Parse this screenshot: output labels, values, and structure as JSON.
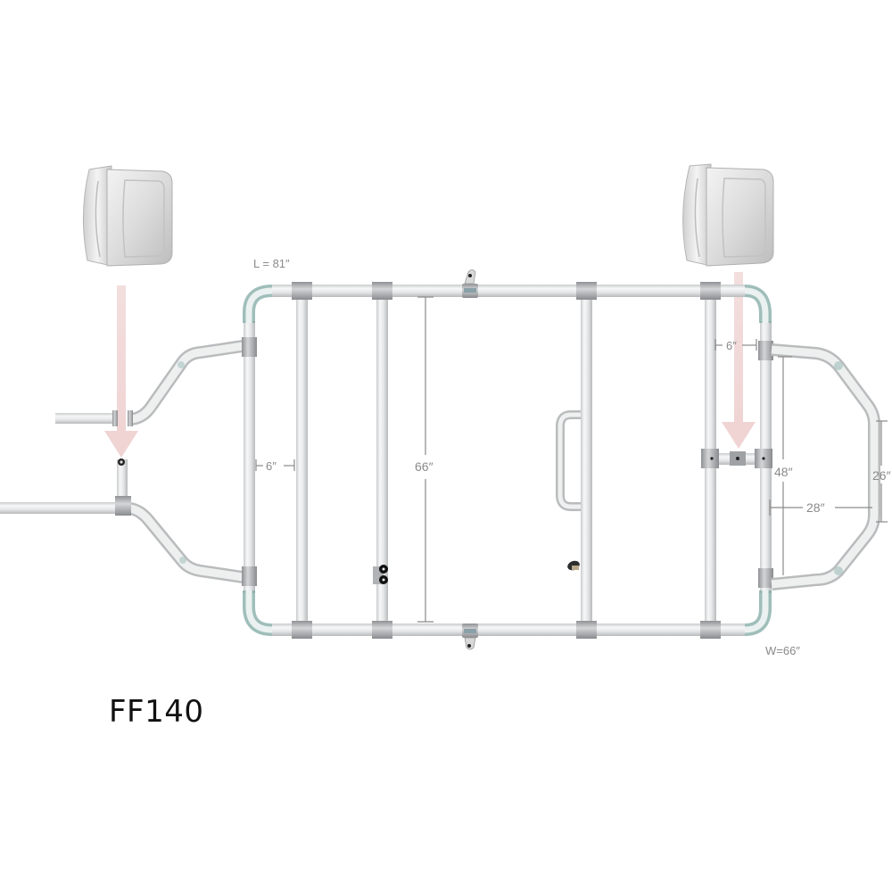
{
  "diagram": {
    "model": "FF140",
    "dimensions": {
      "length": "L = 81″",
      "width": "W=66″",
      "inner_span": "66″",
      "left_gap": "6″",
      "right_gap": "6″",
      "bow_height": "48″",
      "bow_depth": "28″",
      "bow_tip": "26″"
    },
    "components": {
      "seats": [
        "left-seat",
        "right-seat"
      ],
      "arrows": [
        "left-seat-arrow",
        "right-seat-arrow"
      ],
      "fittings": [
        "tee-fittings",
        "elbow-corners",
        "oarlock-top",
        "oarlock-bottom",
        "handle",
        "cleat"
      ]
    },
    "colors": {
      "pipe": "#e6e7e8",
      "pipe_shadow": "#b9bbbd",
      "fitting": "#a9abae",
      "elbow_tint": "#7fa8a3",
      "arrow": "#f2d9d9",
      "dimension": "#8a8a8a",
      "model_text": "#111111"
    }
  }
}
